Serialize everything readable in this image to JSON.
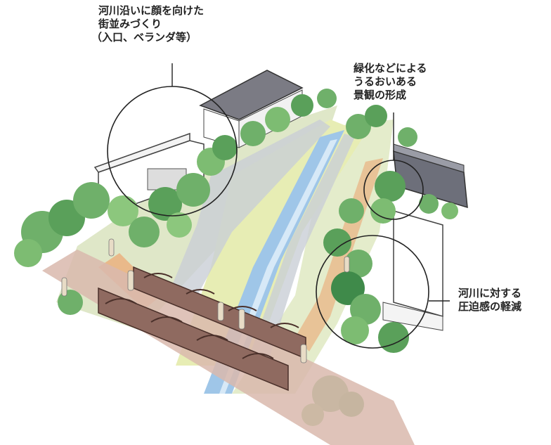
{
  "annotations": {
    "street_facing": {
      "lines": [
        "河川沿いに顔を向けた",
        "街並みづくり",
        "（入口、ベランダ等）"
      ]
    },
    "greenery": {
      "lines": [
        "緑化などによる",
        "うるおいある",
        "景観の形成"
      ]
    },
    "pressure": {
      "lines": [
        "河川に対する",
        "圧迫感の軽減"
      ]
    }
  },
  "colors": {
    "water": "#9fc6e8",
    "tree": "#6fb06a",
    "tree_dark": "#3f8a4a",
    "road": "#d9b9ad",
    "bridge": "#8f6a60",
    "grass": "#cfe07a",
    "sand": "#e9b98a"
  }
}
